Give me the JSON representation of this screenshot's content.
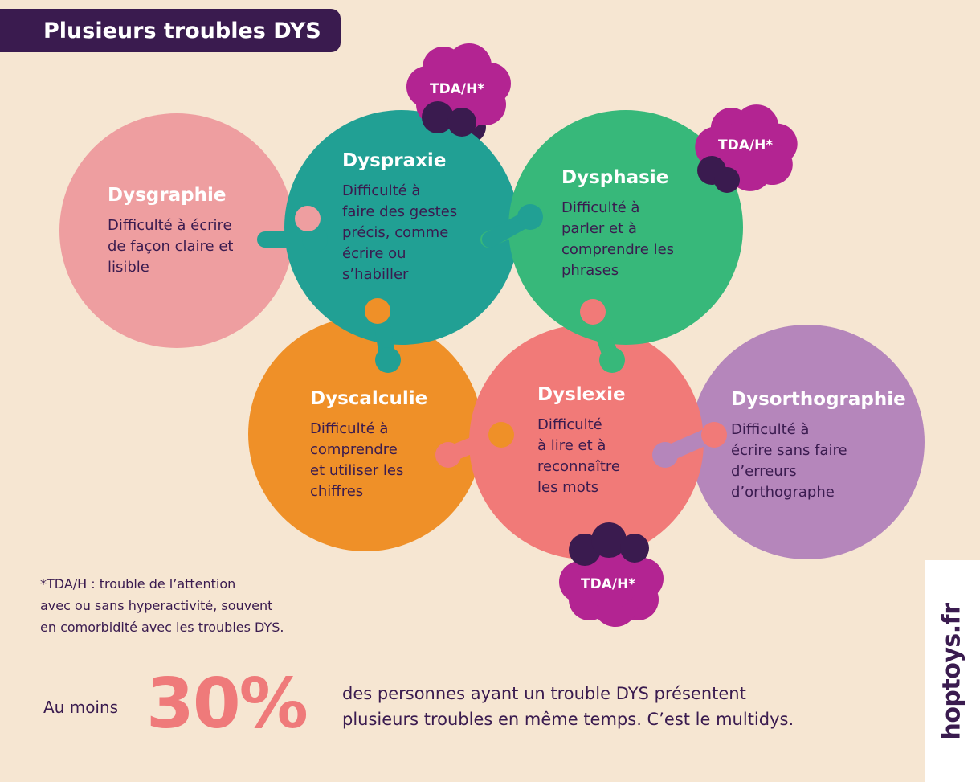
{
  "title": "Plusieurs troubles DYS",
  "colors": {
    "background": "#f6e6d2",
    "dark_purple": "#3a1b4f",
    "dysgraphie": "#ee9ea0",
    "dyspraxie": "#21a094",
    "dysphasie": "#37b87a",
    "dyscalculie": "#ef9028",
    "dyslexie": "#f17a78",
    "dysorthographie": "#b586bb",
    "tdah": "#b32492",
    "stat_accent": "#ef7a7a"
  },
  "troubles": [
    {
      "name": "Dysgraphie",
      "desc": [
        "Difficulté à écrire",
        "de façon claire et",
        "lisible"
      ]
    },
    {
      "name": "Dyspraxie",
      "desc": [
        "Difficulté à",
        "faire des gestes",
        "précis, comme",
        "écrire ou",
        "s’habiller"
      ]
    },
    {
      "name": "Dysphasie",
      "desc": [
        "Difficulté à",
        "parler et à",
        "comprendre les",
        "phrases"
      ]
    },
    {
      "name": "Dyscalculie",
      "desc": [
        "Difficulté à",
        "comprendre",
        "et utiliser les",
        "chiffres"
      ]
    },
    {
      "name": "Dyslexie",
      "desc": [
        "Difficulté",
        "à lire et à",
        "reconnaître",
        "les mots"
      ]
    },
    {
      "name": "Dysorthographie",
      "desc": [
        "Difficulté à",
        "écrire sans faire",
        "d’erreurs",
        "d’orthographe"
      ]
    }
  ],
  "tdah_label": "TDA/H*",
  "footnote": [
    "*TDA/H : trouble de l’attention",
    "avec ou sans hyperactivité, souvent",
    "en comorbidité avec les troubles DYS."
  ],
  "stat": {
    "prefix": "Au moins",
    "value": "30%",
    "text": [
      "des personnes ayant un trouble DYS présentent",
      "plusieurs troubles en même temps. C’est le multidys."
    ]
  },
  "brand": "hoptoys.fr"
}
